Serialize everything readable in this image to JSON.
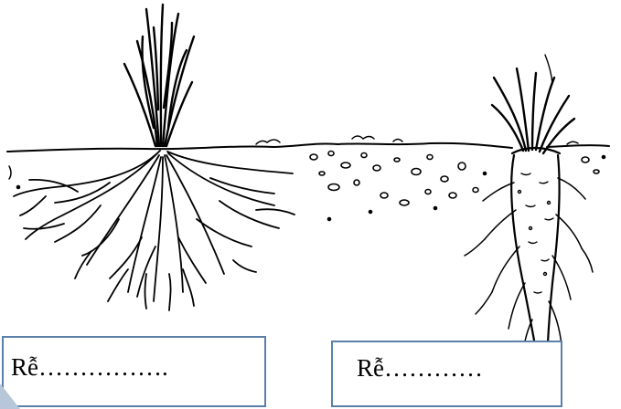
{
  "labels": {
    "left": "Rễ…………….",
    "right": "Rễ…………"
  },
  "colors": {
    "ink": "#000000",
    "box_border": "#5a7fa8",
    "corner_shade": "#b7c6d8"
  },
  "illustration": {
    "left_plant": "fibrous-root-plant",
    "right_plant": "taproot-carrot-plant"
  }
}
